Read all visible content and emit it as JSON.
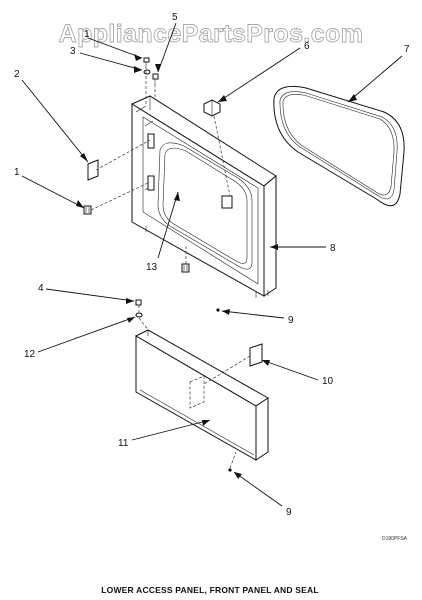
{
  "watermark": "AppliancePartsPros.com",
  "caption": "LOWER ACCESS PANEL, FRONT PANEL AND SEAL",
  "drawing_code": "D180PFSA",
  "callouts": [
    "1",
    "2",
    "3",
    "4",
    "5",
    "6",
    "7",
    "8",
    "9",
    "10",
    "11",
    "12",
    "13"
  ],
  "colors": {
    "ink": "#111111",
    "watermark": "#a9a9a9",
    "background": "#ffffff"
  }
}
